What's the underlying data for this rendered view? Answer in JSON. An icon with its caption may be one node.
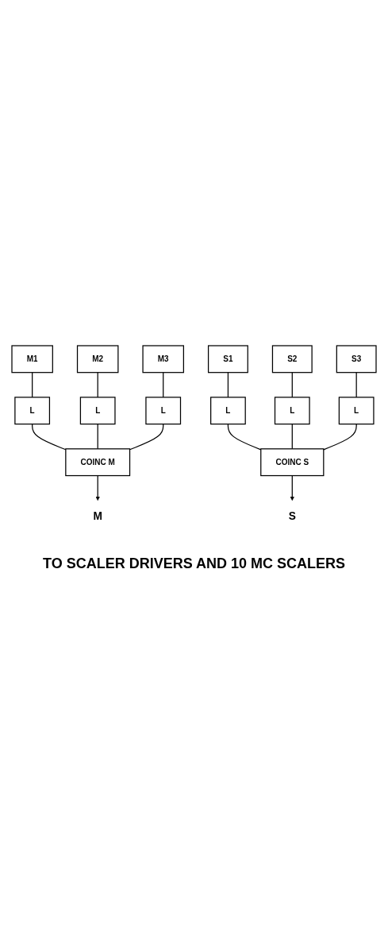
{
  "diagram": {
    "nodes": [
      {
        "text": [
          "M1"
        ]
      },
      {
        "text": [
          "L"
        ]
      },
      {
        "text": [
          "M2"
        ]
      },
      {
        "text": [
          "L"
        ]
      },
      {
        "text": [
          "M3"
        ]
      },
      {
        "text": [
          "L"
        ]
      },
      {
        "text": [
          "COINC M"
        ]
      },
      {
        "text": [
          "M"
        ]
      },
      {
        "text": [
          "S1"
        ]
      },
      {
        "text": [
          "L"
        ]
      },
      {
        "text": [
          "S2"
        ]
      },
      {
        "text": [
          "L"
        ]
      },
      {
        "text": [
          "S3"
        ]
      },
      {
        "text": [
          "L"
        ]
      },
      {
        "text": [
          "COINC S"
        ]
      },
      {
        "text": [
          "S"
        ]
      }
    ],
    "edges": [
      {
        "from": 0,
        "to": 1,
        "arrow": "none"
      },
      {
        "from": 1,
        "to": 6,
        "arrow": "none"
      },
      {
        "from": 2,
        "to": 3,
        "arrow": "none"
      },
      {
        "from": 3,
        "to": 6,
        "arrow": "none"
      },
      {
        "from": 4,
        "to": 5,
        "arrow": "none"
      },
      {
        "from": 5,
        "to": 6,
        "arrow": "none"
      },
      {
        "from": 6,
        "to": 7,
        "arrow": "to"
      },
      {
        "from": 8,
        "to": 9,
        "arrow": "none"
      },
      {
        "from": 9,
        "to": 14,
        "arrow": "none"
      },
      {
        "from": 10,
        "to": 11,
        "arrow": "none"
      },
      {
        "from": 11,
        "to": 14,
        "arrow": "none"
      },
      {
        "from": 12,
        "to": 13,
        "arrow": "none"
      },
      {
        "from": 13,
        "to": 14,
        "arrow": "none"
      },
      {
        "from": 14,
        "to": 15,
        "arrow": "to"
      }
    ],
    "labels": [
      "TO SCALER DRIVERS AND 10 MC SCALERS"
    ]
  }
}
